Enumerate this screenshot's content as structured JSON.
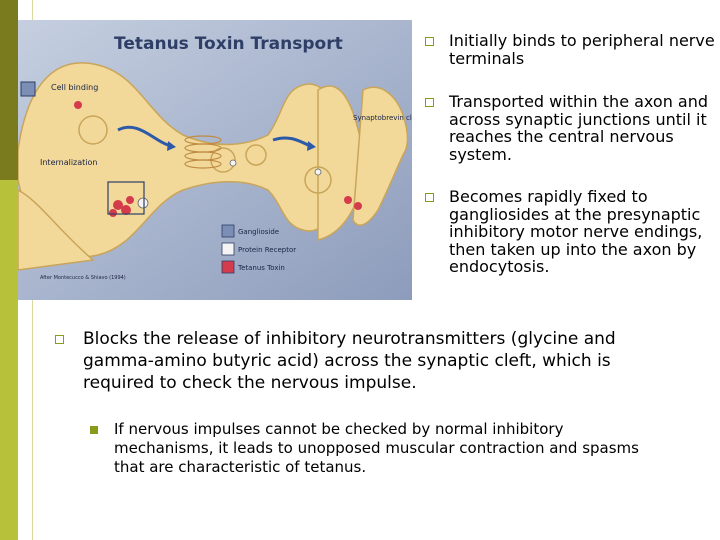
{
  "figure": {
    "title": "Tetanus Toxin Transport",
    "labels": {
      "cell_binding": "Cell binding",
      "internalization": "Internalization",
      "synaptobrevin_cleavage": "Synaptobrevin cleavage"
    },
    "legend": [
      {
        "label": "Ganglioside"
      },
      {
        "label": "Protein Receptor"
      },
      {
        "label": "Tetanus Toxin"
      }
    ],
    "credit": "After Montecucco & Shiavo (1994)"
  },
  "right_bullets": [
    {
      "text": "Initially binds to peripheral nerve terminals"
    },
    {
      "text": "Transported within the axon and across synaptic junctions until it reaches the central nervous system."
    },
    {
      "text": "Becomes rapidly fixed to gangliosides at the presynaptic inhibitory motor nerve endings, then taken up into the axon by endocytosis."
    }
  ],
  "main_bullet": {
    "text": "Blocks the release of inhibitory neurotransmitters (glycine and gamma-amino butyric acid) across the synaptic cleft, which is required to check the nervous impulse."
  },
  "sub_bullet": {
    "text": "If nervous impulses cannot be checked by normal inhibitory mechanisms, it leads to unopposed muscular contraction and spasms that are characteristic of tetanus."
  },
  "colors": {
    "accent": "#8a9a1a",
    "figure_bg": "#a9b8d2",
    "cell_fill": "#f2d99a"
  }
}
